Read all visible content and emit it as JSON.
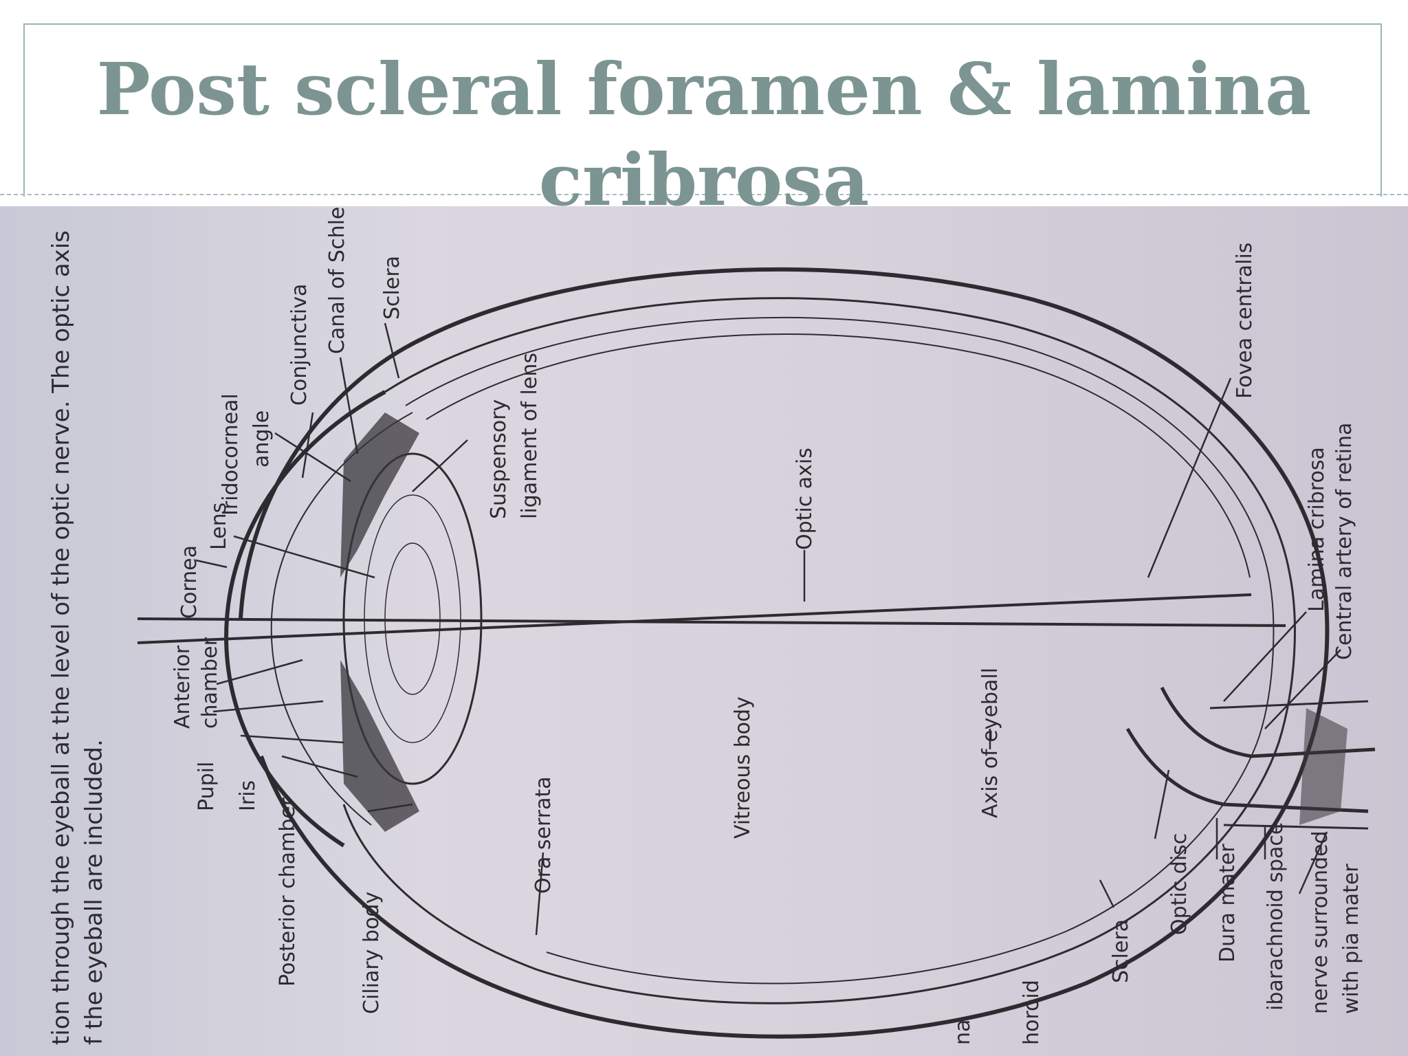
{
  "slide": {
    "title_line1": "Post scleral foramen & lamina",
    "title_line2": "cribrosa"
  },
  "figure": {
    "caption_line1": "tion through the eyeball at the level of the optic nerve. The optic axis",
    "caption_line2": "f the eyeball are included.",
    "labels": {
      "cornea": "Cornea",
      "lens": "Lens",
      "iridocorneal_1": "Iridocorneal",
      "iridocorneal_2": "angle",
      "conjunctiva": "Conjunctiva",
      "canal_schlemm": "Canal of Schlemm",
      "sclera_top": "Sclera",
      "suspensory_1": "Suspensory",
      "suspensory_2": "ligament of lens",
      "optic_axis": "Optic axis",
      "fovea": "Fovea centralis",
      "lamina": "Lamina cribrosa",
      "central_artery": "Central artery of retina",
      "anterior_1": "Anterior",
      "anterior_2": "chamber",
      "pupil": "Pupil",
      "iris": "Iris",
      "posterior_chamber": "Posterior chamber",
      "ciliary_body": "Ciliary body",
      "ora_serrata": "Ora serrata",
      "vitreous": "Vitreous body",
      "axis_eyeball": "Axis of eyeball",
      "optic_disc": "Optic disc",
      "dura": "Dura mater",
      "subarachnoid": "ibarachnoid space",
      "nerve_1": "nerve surrounded",
      "nerve_2": "with pia mater",
      "sclera_bottom": "Sclera",
      "choroid": "horoid",
      "retina": "na"
    }
  }
}
